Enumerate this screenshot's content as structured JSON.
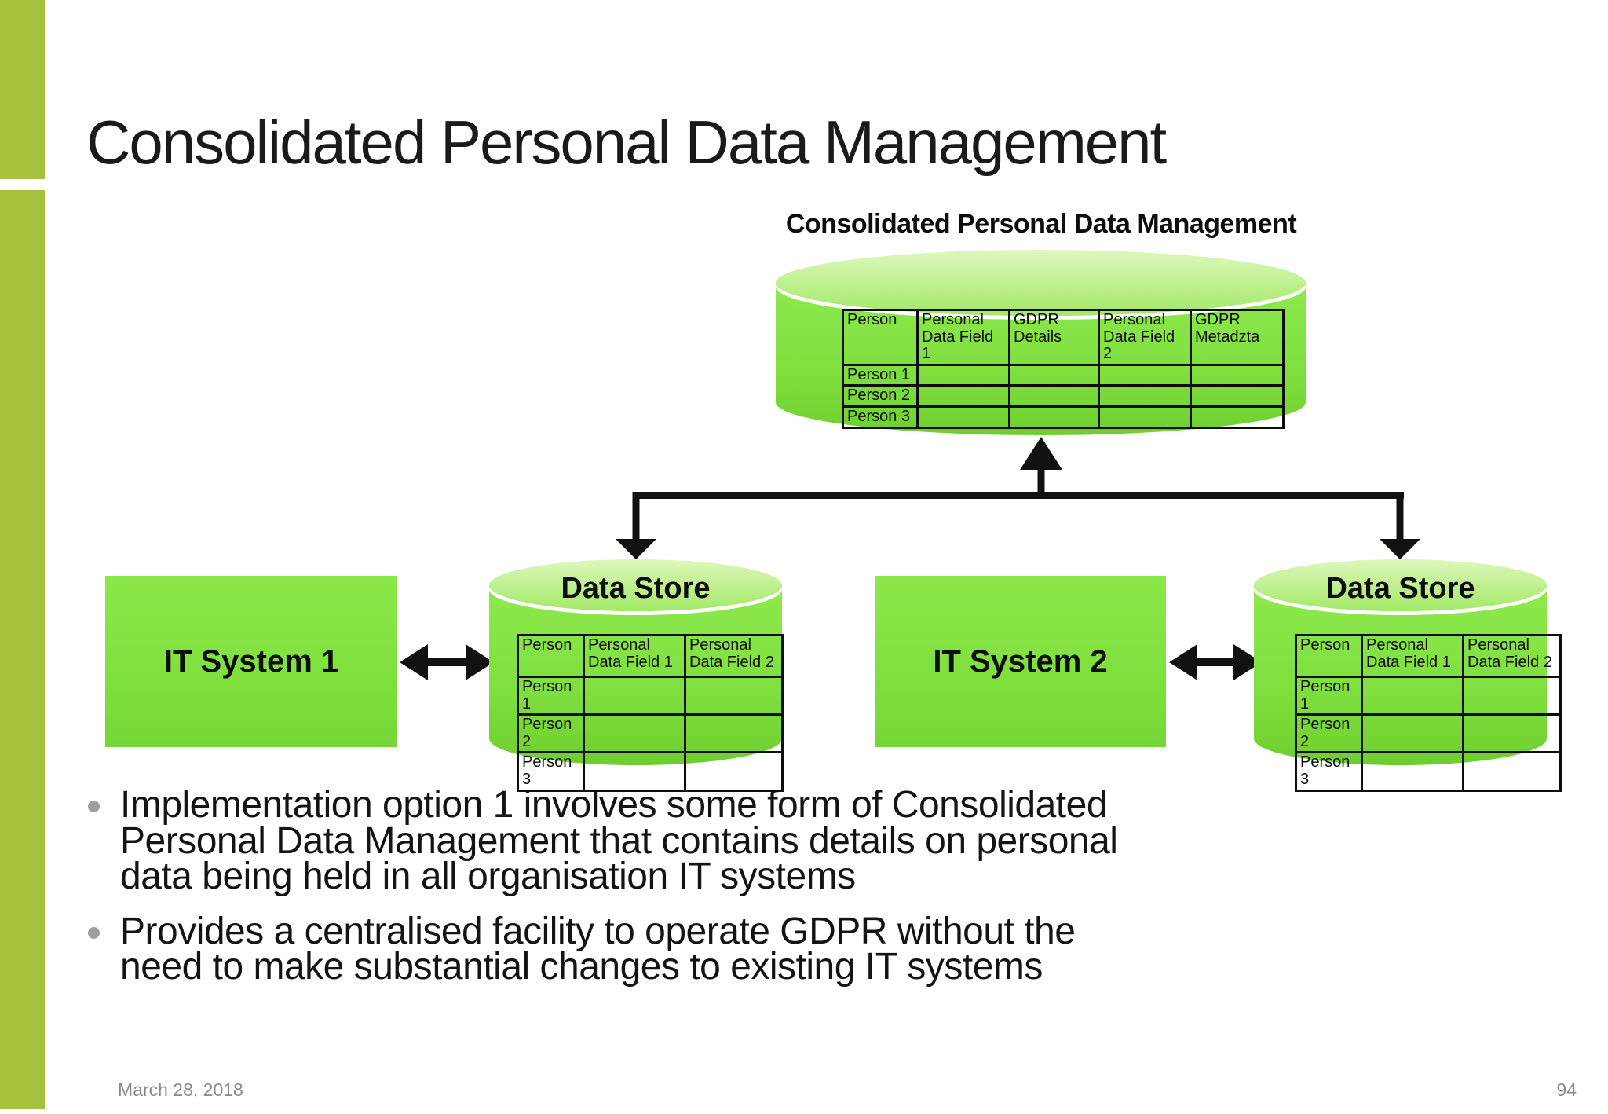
{
  "slide": {
    "title": "Consolidated Personal Data Management",
    "footer": {
      "date": "March 28, 2018",
      "page": "94"
    }
  },
  "diagram": {
    "consolidated_store": {
      "label": "Consolidated Personal Data Management",
      "table": {
        "headers": [
          "Person",
          "Personal\nData Field 1",
          "GDPR\nDetails",
          "Personal\nData Field 2",
          "GDPR\nMetadzta"
        ],
        "rows": [
          [
            "Person 1",
            "",
            "",
            "",
            ""
          ],
          [
            "Person 2",
            "",
            "",
            "",
            ""
          ],
          [
            "Person 3",
            "",
            "",
            "",
            ""
          ]
        ]
      }
    },
    "it_system_1": {
      "label": "IT System 1"
    },
    "it_system_2": {
      "label": "IT System 2"
    },
    "data_store_left": {
      "label": "Data Store",
      "table": {
        "headers": [
          "Person",
          "Personal\nData Field 1",
          "Personal\nData Field 2"
        ],
        "rows": [
          [
            "Person 1",
            "",
            ""
          ],
          [
            "Person 2",
            "",
            ""
          ],
          [
            "Person 3",
            "",
            ""
          ]
        ]
      }
    },
    "data_store_right": {
      "label": "Data Store",
      "table": {
        "headers": [
          "Person",
          "Personal\nData Field 1",
          "Personal\nData Field 2"
        ],
        "rows": [
          [
            "Person 1",
            "",
            ""
          ],
          [
            "Person 2",
            "",
            ""
          ],
          [
            "Person 3",
            "",
            ""
          ]
        ]
      }
    }
  },
  "bullets": [
    "Implementation option 1 involves some form of Consolidated\nPersonal Data Management that contains details on personal\ndata being held in all organisation IT systems",
    "Provides a centralised facility to operate GDPR without the\nneed to make substantial changes to existing IT systems"
  ],
  "colors": {
    "shape_green": "#80e040",
    "shape_green_light": "#c3f195",
    "sidebar_green": "#a6c23c",
    "arrow_black": "#111111",
    "footer_gray": "#8a8a8a"
  }
}
